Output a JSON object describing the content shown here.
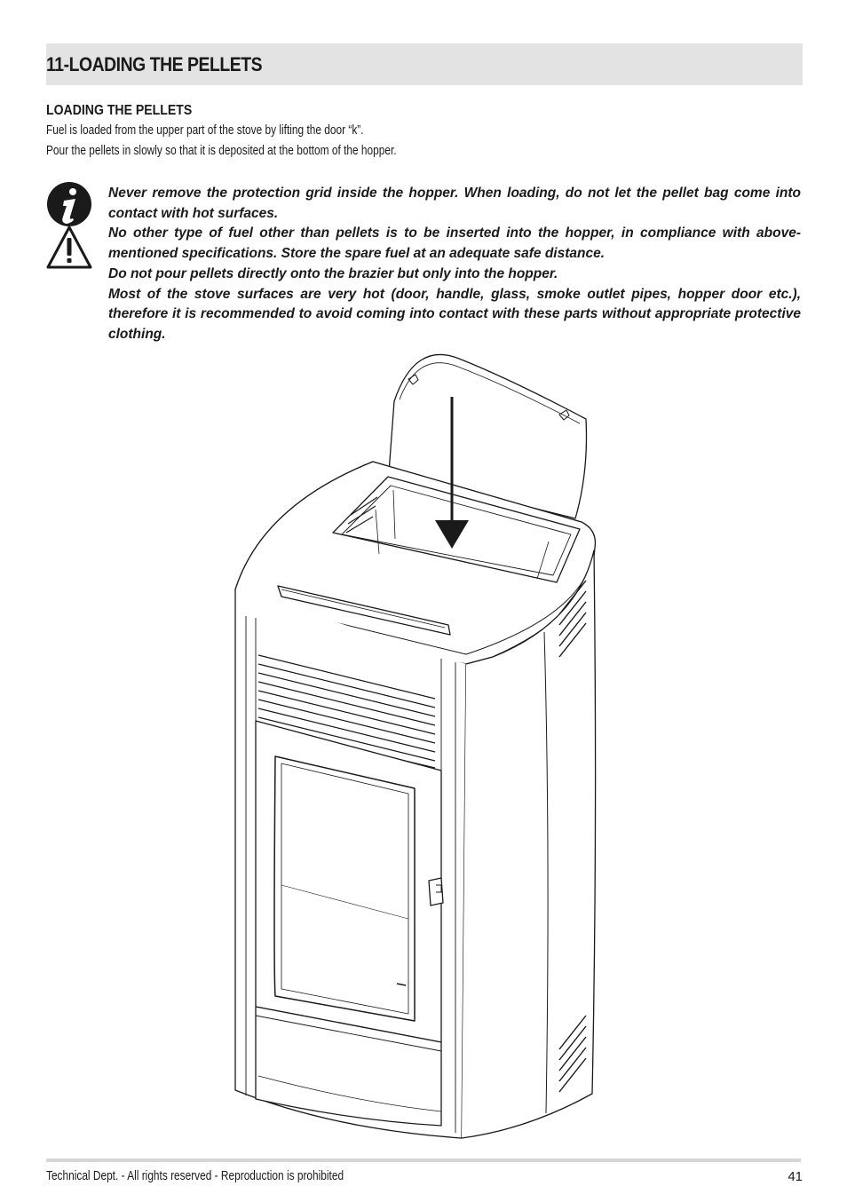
{
  "section": {
    "title": "11-LOADING THE PELLETS"
  },
  "content": {
    "subheading": "LOADING THE PELLETS",
    "intro": [
      "Fuel is loaded from the upper part of the stove by lifting the door “k”.",
      "Pour the pellets in slowly so that it is deposited at the bottom of the hopper."
    ],
    "warnings": [
      "Never remove the protection grid inside the hopper. When loading, do not let the pellet bag come into contact with hot surfaces.",
      "No other type of fuel other than pellets is to be inserted into the hopper, in compliance with above-mentioned specifications. Store the spare fuel at an adequate safe distance.",
      "Do not pour pellets directly onto the brazier but only into the hopper.",
      "Most of the stove surfaces are very hot (door, handle, glass, smoke outlet pipes, hopper door etc.), therefore it is recommended to avoid coming into contact with these parts without appropriate protective clothing."
    ],
    "icons": [
      "info-icon",
      "warning-triangle-icon"
    ]
  },
  "figure": {
    "subject": "pellet-stove-hopper-loading",
    "arrow": "down-arrow-icon"
  },
  "footer": {
    "note": "Technical Dept. - All rights reserved - Reproduction is prohibited",
    "page": "41"
  }
}
